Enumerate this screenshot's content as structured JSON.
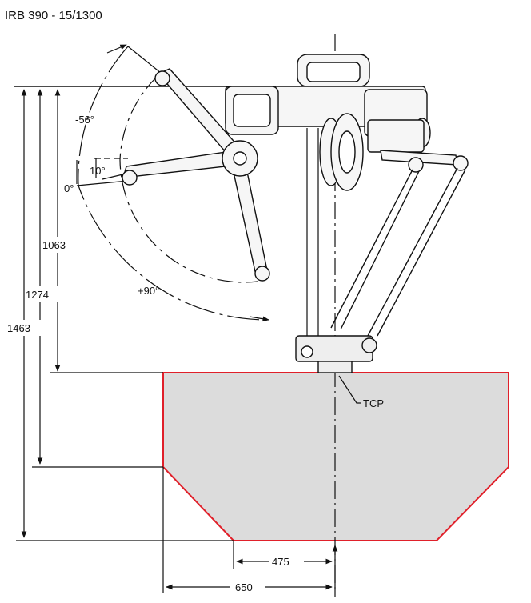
{
  "title": "IRB 390 - 15/1300",
  "angles": {
    "a_neg56": "-56°",
    "a_10": "10°",
    "a_0": "0°",
    "a_90": "+90°"
  },
  "dimensions": {
    "d1063": "1063",
    "d1274": "1274",
    "d1463": "1463",
    "d475": "475",
    "d650": "650"
  },
  "tcp_label": "TCP",
  "colors": {
    "workspace_fill": "#dcdcdc",
    "workspace_stroke": "#e0202a",
    "line": "#111111"
  }
}
